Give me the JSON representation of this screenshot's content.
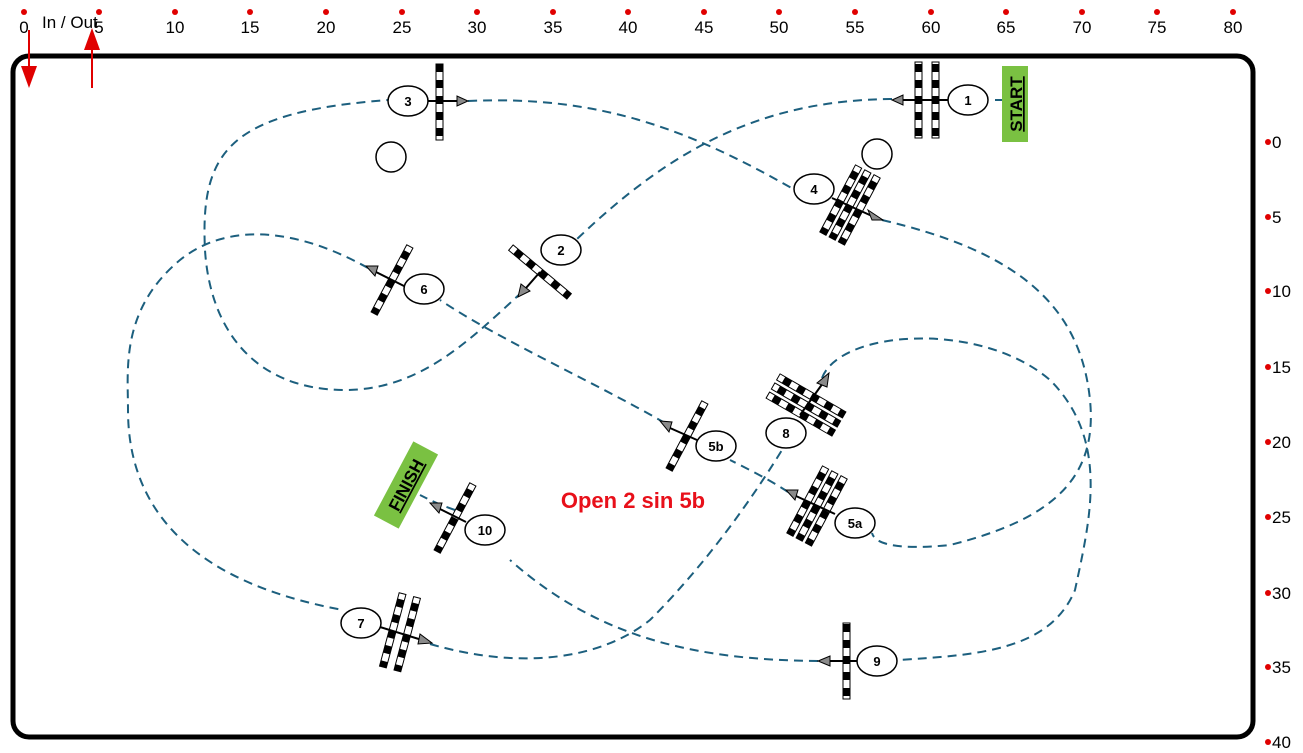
{
  "axes": {
    "top_ticks": [
      "0",
      "5",
      "10",
      "15",
      "20",
      "25",
      "30",
      "35",
      "40",
      "45",
      "50",
      "55",
      "60",
      "65",
      "70",
      "75",
      "80"
    ],
    "right_ticks": [
      "0",
      "5",
      "10",
      "15",
      "20",
      "25",
      "30",
      "35",
      "40"
    ],
    "tick_color": "#e00000"
  },
  "entrance": {
    "label": "In / Out"
  },
  "course": {
    "start_label": "START",
    "finish_label": "FINISH",
    "note": "Open 2 sin 5b",
    "note_color": "#e8101a",
    "tag_color": "#7ac142",
    "path_color": "#1c5f7e",
    "obstacles": [
      "1",
      "2",
      "3",
      "4",
      "5a",
      "5b",
      "6",
      "7",
      "8",
      "9",
      "10"
    ]
  }
}
